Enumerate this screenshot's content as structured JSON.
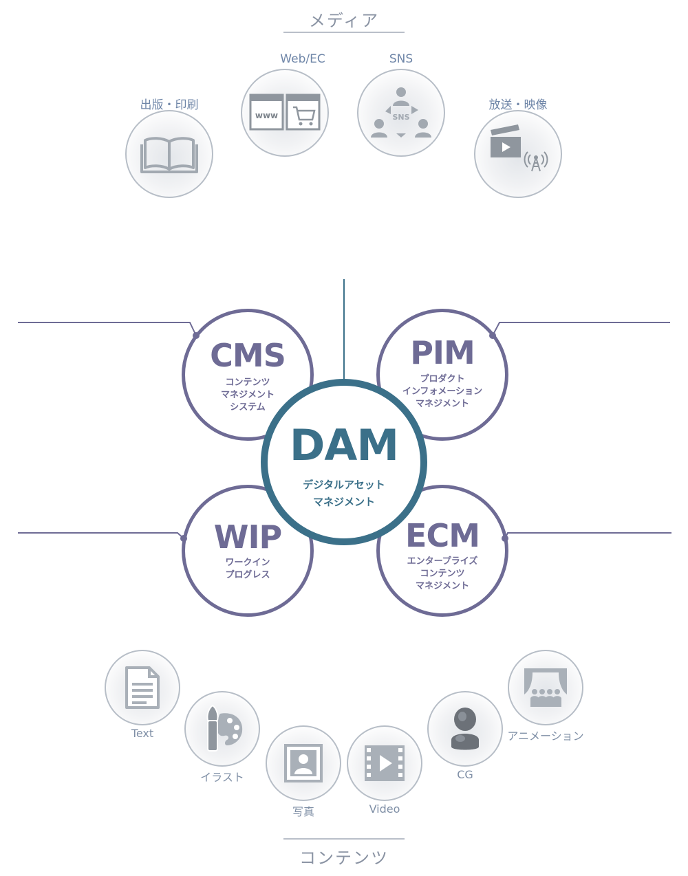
{
  "media": {
    "title": "メディア",
    "items": [
      {
        "label": "出版・印刷",
        "icon": "open-book-icon"
      },
      {
        "label": "Web/EC",
        "icon": "browser-cart-icon"
      },
      {
        "label": "SNS",
        "icon": "sns-network-icon",
        "badge": "SNS"
      },
      {
        "label": "放送・映像",
        "icon": "clapper-antenna-icon"
      }
    ]
  },
  "web_icon_text": "www",
  "systems": {
    "dam": {
      "title": "DAM",
      "line1": "デジタルアセット",
      "line2": "マネジメント"
    },
    "cms": {
      "title": "CMS",
      "line1": "コンテンツ",
      "line2": "マネジメント",
      "line3": "システム"
    },
    "pim": {
      "title": "PIM",
      "line1": "プロダクト",
      "line2": "インフォメーション",
      "line3": "マネジメント"
    },
    "wip": {
      "title": "WIP",
      "line1": "ワークイン",
      "line2": "プログレス"
    },
    "ecm": {
      "title": "ECM",
      "line1": "エンタープライズ",
      "line2": "コンテンツ",
      "line3": "マネジメント"
    }
  },
  "contents": {
    "title": "コンテンツ",
    "items": [
      {
        "label": "Text",
        "icon": "document-icon"
      },
      {
        "label": "イラスト",
        "icon": "palette-brush-icon"
      },
      {
        "label": "写真",
        "icon": "portrait-photo-icon"
      },
      {
        "label": "Video",
        "icon": "film-play-icon"
      },
      {
        "label": "CG",
        "icon": "3d-figure-icon"
      },
      {
        "label": "アニメーション",
        "icon": "theater-stage-icon"
      }
    ]
  },
  "colors": {
    "dam": "#3b7089",
    "systems": "#6e6b95",
    "icon_gray": "#a9b0b8",
    "label_blue": "#6f86a8"
  }
}
